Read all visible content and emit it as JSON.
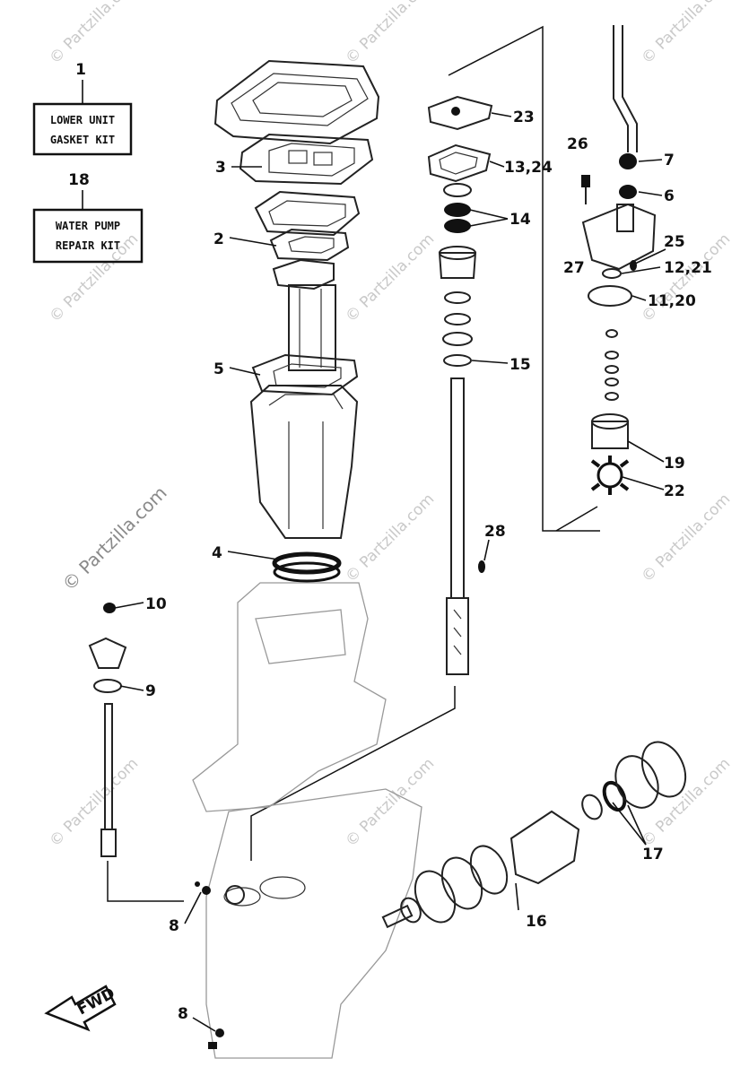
{
  "kits": {
    "lower_unit": {
      "number": "1",
      "line1": "LOWER UNIT",
      "line2": "GASKET KIT"
    },
    "water_pump": {
      "number": "18",
      "line1": "WATER PUMP",
      "line2": "REPAIR KIT"
    }
  },
  "callouts": {
    "c2": "2",
    "c3": "3",
    "c4": "4",
    "c5": "5",
    "c6": "6",
    "c7": "7",
    "c8a": "8",
    "c8b": "8",
    "c9": "9",
    "c10": "10",
    "c11_20": "11,20",
    "c12_21": "12,21",
    "c13_24": "13,24",
    "c14": "14",
    "c15": "15",
    "c16": "16",
    "c17": "17",
    "c19": "19",
    "c22": "22",
    "c23": "23",
    "c25": "25",
    "c26": "26",
    "c27": "27",
    "c28": "28"
  },
  "direction": {
    "label": "FWD"
  },
  "watermark": {
    "text": "© Partzilla.com"
  },
  "colors": {
    "line": "#111111",
    "background": "#ffffff",
    "watermark": "#c9c9c9"
  }
}
